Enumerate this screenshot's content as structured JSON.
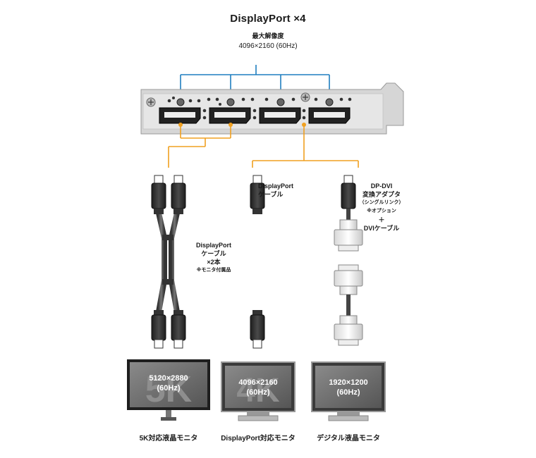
{
  "header": {
    "title": "DisplayPort ×4",
    "subtitle": "最大解像度",
    "resolution": "4096×2160 (60Hz)"
  },
  "labels": {
    "dp_dual": {
      "line1": "DisplayPort",
      "line2": "ケーブル",
      "line3": "×2本",
      "note": "※モニタ付属品"
    },
    "dp_single": {
      "line1": "DisplayPort",
      "line2": "ケーブル"
    },
    "dvi": {
      "line1": "DP-DVI",
      "line2": "変換アダプタ",
      "line3": "（シングルリンク）",
      "line4": "※オプション",
      "line5": "＋",
      "line6": "DVIケーブル"
    }
  },
  "monitors": [
    {
      "badge": "5K",
      "res": "5120×2880",
      "hz": "(60Hz)",
      "caption": "5K対応液晶モニタ"
    },
    {
      "badge": "4K",
      "res": "4096×2160",
      "hz": "(60Hz)",
      "caption": "DisplayPort対応モニタ"
    },
    {
      "badge": "",
      "res": "1920×1200",
      "hz": "(60Hz)",
      "caption": "デジタル液晶モニタ"
    }
  ],
  "colors": {
    "blue_line": "#1f7fc0",
    "orange_line": "#f0a020",
    "bracket": "#c8c8c8",
    "port": "#2a2a2a",
    "cable": "#555555",
    "monitor_frame": "#222222",
    "monitor_screen": "#6a6a6a"
  }
}
